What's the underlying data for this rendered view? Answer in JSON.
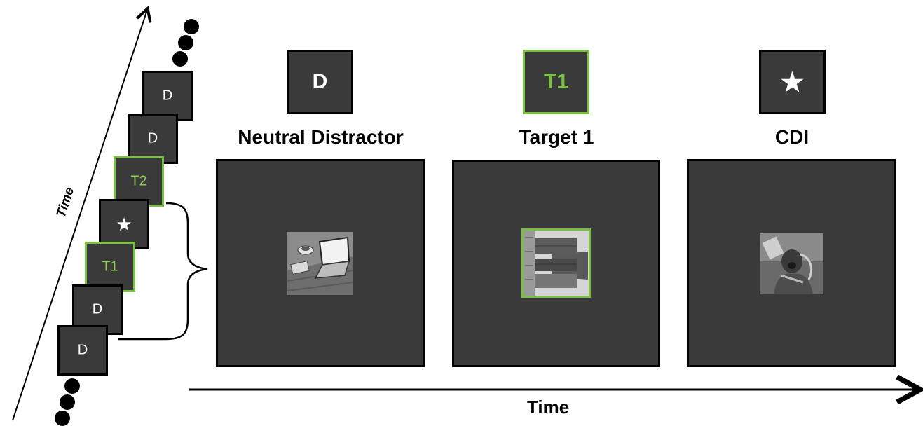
{
  "stream": {
    "frames": [
      {
        "label": "D",
        "type": "distractor"
      },
      {
        "label": "D",
        "type": "distractor"
      },
      {
        "label": "T1",
        "type": "target"
      },
      {
        "label": "★",
        "type": "cdi"
      },
      {
        "label": "T2",
        "type": "target"
      },
      {
        "label": "D",
        "type": "distractor"
      },
      {
        "label": "D",
        "type": "distractor"
      }
    ],
    "axis_label": "Time"
  },
  "examples": [
    {
      "icon": "D",
      "caption": "Neutral Distractor",
      "image": "laptop-photo"
    },
    {
      "icon": "T1",
      "caption": "Target 1",
      "image": "buildings-photo"
    },
    {
      "icon": "★",
      "caption": "CDI",
      "image": "distress-photo"
    }
  ],
  "timeline": {
    "label": "Time"
  },
  "colors": {
    "frame": "#3a3a3a",
    "border": "#000000",
    "target": "#79c043",
    "text": "#ffffff"
  }
}
